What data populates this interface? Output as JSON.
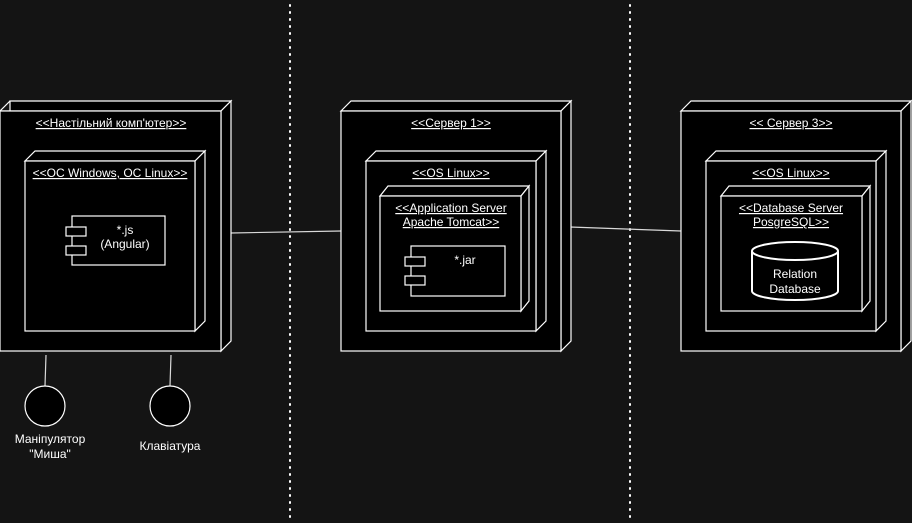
{
  "colors": {
    "background": "#141414",
    "node_fill": "#000000",
    "stroke": "#ffffff",
    "connector": "#d9d9d9",
    "text": "#ffffff"
  },
  "nodes": {
    "desktop": {
      "title": "<<Настільний комп'ютер>>",
      "os": "<<ОС Windows, ОС Linux>>",
      "component": {
        "line1": "*.js",
        "line2": "(Angular)"
      }
    },
    "server1": {
      "title": "<<Сервер 1>>",
      "os": "<<OS Linux>>",
      "app_server": {
        "line1": "<<Application Server",
        "line2": "Apache Tomcat>>"
      },
      "component": {
        "line1": "*.jar"
      }
    },
    "server3": {
      "title": "<< Сервер 3>>",
      "os": "<<OS Linux>>",
      "db_server": {
        "line1": "<<Database Server",
        "line2": "PosgreSQL>>"
      },
      "database": {
        "line1": "Relation",
        "line2": "Database"
      }
    }
  },
  "devices": {
    "mouse": {
      "line1": "Маніпулятор",
      "line2": "\"Миша\""
    },
    "keyboard": {
      "line1": "Клавіатура"
    }
  },
  "icons": {
    "component": "uml-component-icon",
    "database": "database-cylinder-icon",
    "device": "device-circle-icon"
  }
}
